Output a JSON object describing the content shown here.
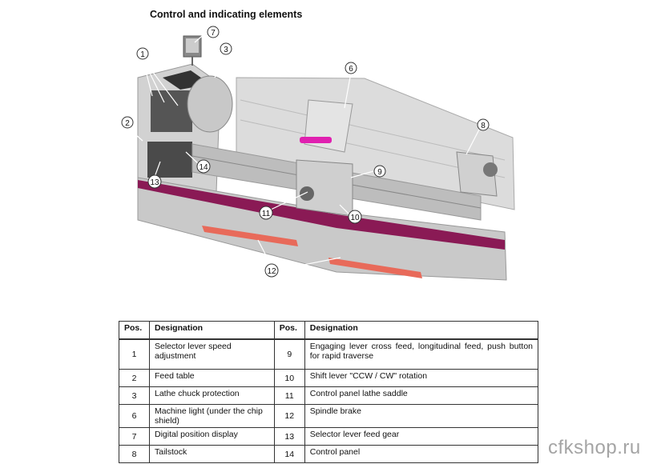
{
  "title": "Control and indicating elements",
  "callouts": [
    "1",
    "2",
    "3",
    "6",
    "7",
    "8",
    "9",
    "10",
    "11",
    "12",
    "13",
    "14"
  ],
  "table": {
    "headers": [
      "Pos.",
      "Designation",
      "Pos.",
      "Designation"
    ],
    "rows": [
      {
        "pos_left": "1",
        "des_left": "Selector lever speed adjustment",
        "pos_right": "9",
        "des_right": "Engaging lever cross feed, longitudinal feed, push button for rapid traverse"
      },
      {
        "pos_left": "2",
        "des_left": "Feed table",
        "pos_right": "10",
        "des_right": "Shift lever \"CCW / CW\" rotation"
      },
      {
        "pos_left": "3",
        "des_left": "Lathe chuck protection",
        "pos_right": "11",
        "des_right": "Control panel lathe saddle"
      },
      {
        "pos_left": "6",
        "des_left": "Machine light (under the chip shield)",
        "pos_right": "12",
        "des_right": "Spindle brake"
      },
      {
        "pos_left": "7",
        "des_left": "Digital position display",
        "pos_right": "13",
        "des_right": "Selector lever feed gear"
      },
      {
        "pos_left": "8",
        "des_left": "Tailstock",
        "pos_right": "14",
        "des_right": "Control panel"
      }
    ]
  },
  "watermark": "cfkshop.ru",
  "colors": {
    "stripe": "#8a1a55",
    "brake": "#e86a5a",
    "light": "#e020b0"
  }
}
